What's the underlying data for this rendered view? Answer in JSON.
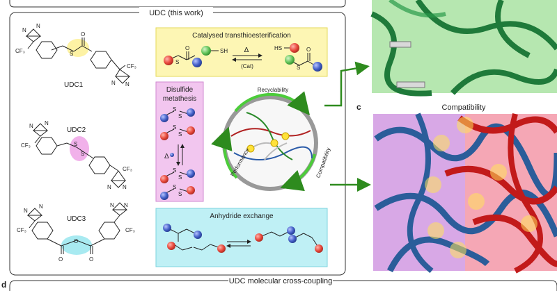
{
  "section_top": {
    "title": "UDC (this work)",
    "molecules": [
      {
        "label": "UDC1"
      },
      {
        "label": "UDC2"
      },
      {
        "label": "UDC3"
      }
    ],
    "chem": {
      "n": "N",
      "cf3": "CF₃",
      "s": "S",
      "o": "O",
      "sh": "SH",
      "hs": "HS"
    },
    "reactions": {
      "transthioesterification": {
        "title": "Catalysed transthioesterification",
        "top_condition": "Δ",
        "bottom_condition": "(Cat)"
      },
      "disulfide": {
        "title_line1": "Disulfide",
        "title_line2": "metathesis",
        "condition": "Δ"
      },
      "anhydride": {
        "title": "Anhydride exchange"
      }
    },
    "cycle": {
      "recyclability": "Recyclability",
      "performance": "Performance",
      "compatibility": "Compatibility"
    }
  },
  "panel_c": {
    "letter": "c",
    "title": "Compatibility"
  },
  "section_d": {
    "letter": "d",
    "title": "UDC molecular cross-coupling"
  },
  "colors": {
    "yellow_box": "#fdf6b4",
    "pink_box": "#f2c6ef",
    "cyan_box": "#bff0f5",
    "green_arrow": "#2e8b1e",
    "red_atom": "#e8483c",
    "blue_atom": "#4460c8",
    "green_atom": "#63c45a"
  }
}
